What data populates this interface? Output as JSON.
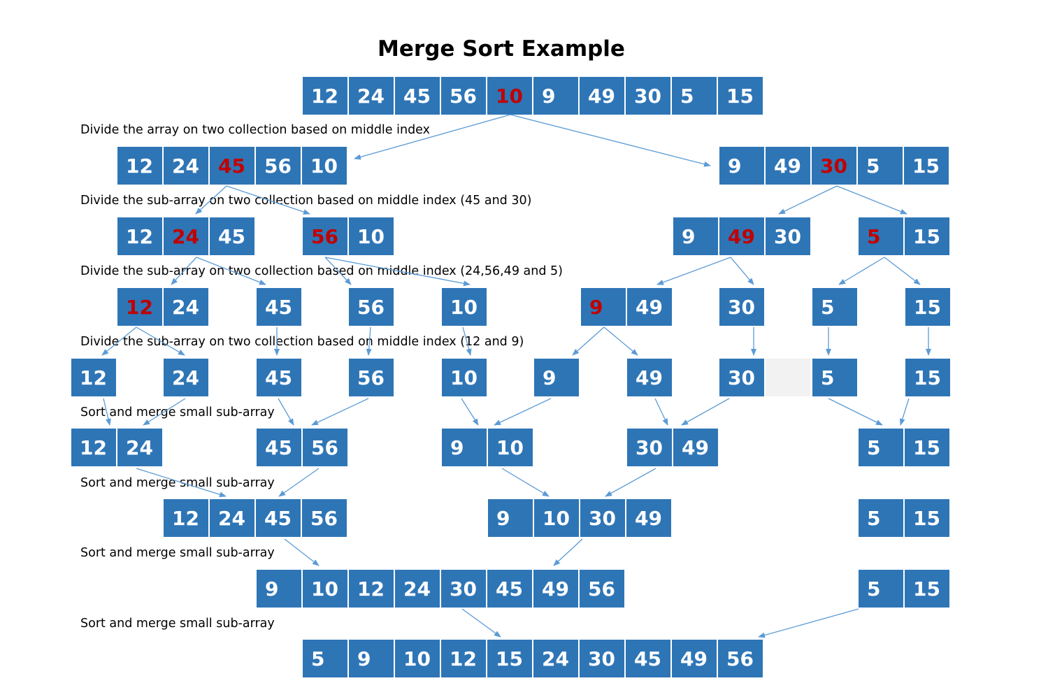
{
  "title": "Merge Sort Example",
  "captions": [
    "Divide the array on two collection based on middle index",
    "Divide the sub-array on two collection based on middle index (45 and 30)",
    "Divide the sub-array on two collection based on middle index (24,56,49 and 5)",
    "Divide the sub-array on two collection based on middle index (12 and 9)",
    "Sort and merge small sub-array",
    "Sort and merge small sub-array",
    "Sort and merge small sub-array",
    "Sort and merge small sub-array"
  ],
  "colors": {
    "cell_fill": "#2e75b6",
    "cell_text": "#ffffff",
    "highlight_text": "#c00000",
    "arrow": "#5b9bd5",
    "empty_cell": "#f2f2f2"
  },
  "rows": [
    {
      "groups": [
        {
          "values": [
            "12",
            "24",
            "45",
            "56",
            "10",
            "9",
            "49",
            "30",
            "5",
            "15"
          ],
          "highlight": [
            4
          ]
        }
      ]
    },
    {
      "groups": [
        {
          "values": [
            "12",
            "24",
            "45",
            "56",
            "10"
          ],
          "highlight": [
            2
          ]
        },
        {
          "values": [
            "9",
            "49",
            "30",
            "5",
            "15"
          ],
          "highlight": [
            2
          ]
        }
      ]
    },
    {
      "groups": [
        {
          "values": [
            "12",
            "24",
            "45"
          ],
          "highlight": [
            1
          ]
        },
        {
          "values": [
            "56",
            "10"
          ],
          "highlight": [
            0
          ]
        },
        {
          "values": [
            "9",
            "49",
            "30"
          ],
          "highlight": [
            1
          ]
        },
        {
          "values": [
            "5",
            "15"
          ],
          "highlight": [
            0
          ]
        }
      ]
    },
    {
      "groups": [
        {
          "values": [
            "12",
            "24"
          ],
          "highlight": [
            0
          ]
        },
        {
          "values": [
            "45"
          ]
        },
        {
          "values": [
            "56"
          ]
        },
        {
          "values": [
            "10"
          ]
        },
        {
          "values": [
            "9",
            "49"
          ],
          "highlight": [
            0
          ]
        },
        {
          "values": [
            "30"
          ]
        },
        {
          "values": [
            "5"
          ]
        },
        {
          "values": [
            "15"
          ]
        }
      ]
    },
    {
      "groups": [
        {
          "values": [
            "12"
          ]
        },
        {
          "values": [
            "24"
          ]
        },
        {
          "values": [
            "45"
          ]
        },
        {
          "values": [
            "56"
          ]
        },
        {
          "values": [
            "10"
          ]
        },
        {
          "values": [
            "9"
          ]
        },
        {
          "values": [
            "49"
          ]
        },
        {
          "values": [
            "30",
            ""
          ]
        },
        {
          "values": [
            "5"
          ]
        },
        {
          "values": [
            "15"
          ]
        }
      ]
    },
    {
      "groups": [
        {
          "values": [
            "12",
            "24"
          ]
        },
        {
          "values": [
            "45",
            "56"
          ]
        },
        {
          "values": [
            "9",
            "10"
          ]
        },
        {
          "values": [
            "30",
            "49"
          ]
        },
        {
          "values": [
            "5",
            "15"
          ]
        }
      ]
    },
    {
      "groups": [
        {
          "values": [
            "12",
            "24",
            "45",
            "56"
          ]
        },
        {
          "values": [
            "9",
            "10",
            "30",
            "49"
          ]
        },
        {
          "values": [
            "5",
            "15"
          ]
        }
      ]
    },
    {
      "groups": [
        {
          "values": [
            "9",
            "10",
            "12",
            "24",
            "30",
            "45",
            "49",
            "56"
          ]
        },
        {
          "values": [
            "5",
            "15"
          ]
        }
      ]
    },
    {
      "groups": [
        {
          "values": [
            "5",
            "9",
            "10",
            "12",
            "15",
            "24",
            "30",
            "45",
            "49",
            "56"
          ]
        }
      ]
    }
  ]
}
